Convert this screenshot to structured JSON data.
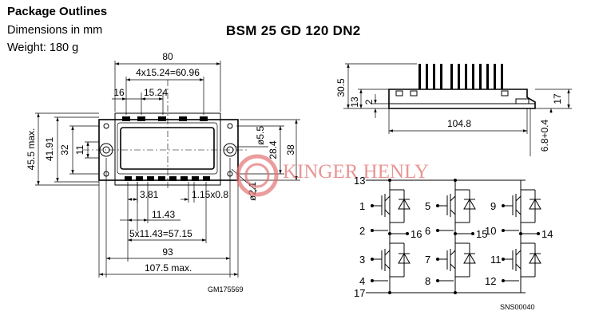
{
  "header": {
    "title": "Package Outlines",
    "dimensions_note": "Dimensions in mm",
    "weight": "Weight: 180 g"
  },
  "part_number": "BSM 25 GD 120 DN2",
  "top_view": {
    "dims": {
      "width_80": "80",
      "pitch_total": "4x15.24=60.96",
      "d16": "16",
      "d15_24": "15.24",
      "h45_5": "45.5 max.",
      "h41_91": "41.91",
      "h32": "32",
      "h11": "11",
      "hole": "ø5.5",
      "h28_4": "28.4",
      "h38": "38",
      "pin_dia": "ø2.1",
      "d3_81": "3.81",
      "d1_15": "1.15x0.8",
      "d11_43": "11.43",
      "pitch2": "5x11.43=57.15",
      "d93": "93",
      "d107_5": "107.5 max."
    },
    "drawing_code": "GM175569"
  },
  "side_view": {
    "dims": {
      "h30_5": "30.5",
      "h13": "13",
      "h2": "2",
      "h17": "17",
      "w104_8": "104.8",
      "h6_8": "6.8+0.4"
    }
  },
  "schematic": {
    "pins": {
      "p13": "13",
      "p1": "1",
      "p2": "2",
      "p16": "16",
      "p3": "3",
      "p4": "4",
      "p17": "17",
      "p5": "5",
      "p6": "6",
      "p15": "15",
      "p7": "7",
      "p8": "8",
      "p9": "9",
      "p10": "10",
      "p14": "14",
      "p11": "11",
      "p12": "12"
    },
    "drawing_code": "SNS00040"
  },
  "watermark": "KINGER HENLY",
  "colors": {
    "line": "#000000",
    "watermark": "#e27272",
    "background": "#ffffff"
  }
}
